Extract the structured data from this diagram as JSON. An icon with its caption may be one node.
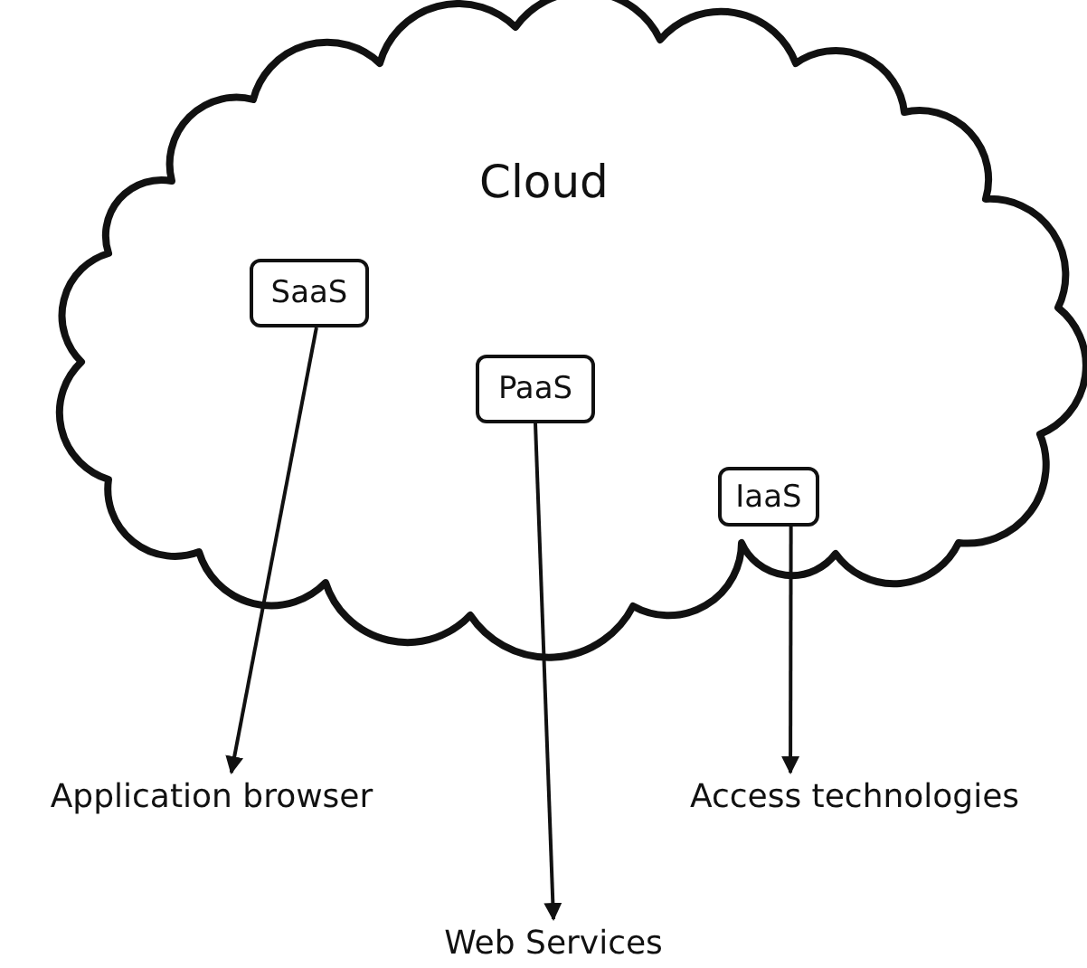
{
  "diagram": {
    "nodes": [
      {
        "text": [
          "Cloud"
        ]
      },
      {
        "text": [
          "SaaS"
        ],
        "in": 0
      },
      {
        "text": [
          "PaaS"
        ],
        "in": 0
      },
      {
        "text": [
          "IaaS"
        ],
        "in": 0
      },
      {
        "text": [
          "Application browser"
        ]
      },
      {
        "text": [
          "Web Services"
        ]
      },
      {
        "text": [
          "Access technologies"
        ]
      }
    ],
    "edges": [
      {
        "from": 1,
        "to": 4,
        "arrow": "to"
      },
      {
        "from": 2,
        "to": 5,
        "arrow": "to"
      },
      {
        "from": 3,
        "to": 6,
        "arrow": "to"
      }
    ]
  }
}
